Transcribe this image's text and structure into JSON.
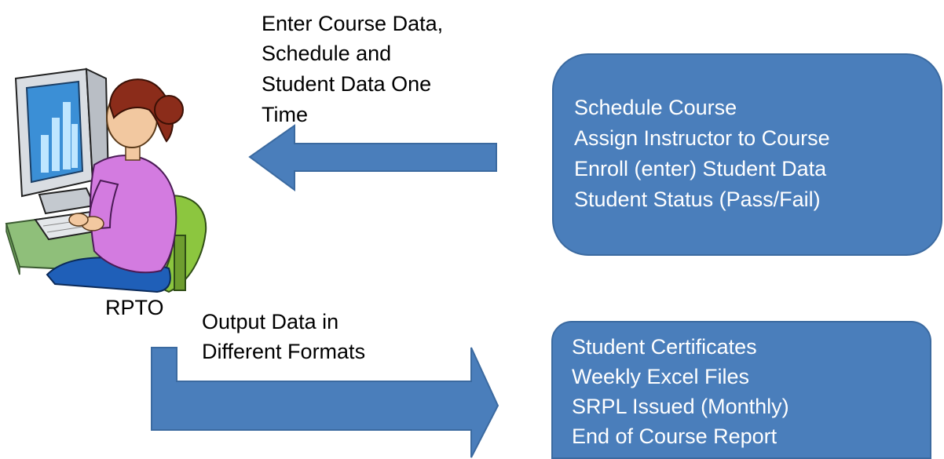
{
  "input_caption": [
    "Enter Course Data,",
    "Schedule and",
    "Student Data One",
    "Time"
  ],
  "top_box": {
    "lines": [
      "Schedule Course",
      "Assign Instructor to Course",
      "Enroll (enter) Student Data",
      "Student Status (Pass/Fail)"
    ]
  },
  "actor_label": "RPTO",
  "output_caption": [
    "Output Data in",
    "Different Formats"
  ],
  "bottom_box": {
    "lines": [
      "Student Certificates",
      "Weekly Excel Files",
      "SRPL Issued (Monthly)",
      "End of Course Report"
    ]
  },
  "icons": {
    "actor": "person-at-computer-icon"
  },
  "colors": {
    "box_fill": "#4a7ebb",
    "box_border": "#3b6aa0",
    "arrow_fill": "#4a7ebb",
    "text": "#000000",
    "box_text": "#ffffff"
  }
}
